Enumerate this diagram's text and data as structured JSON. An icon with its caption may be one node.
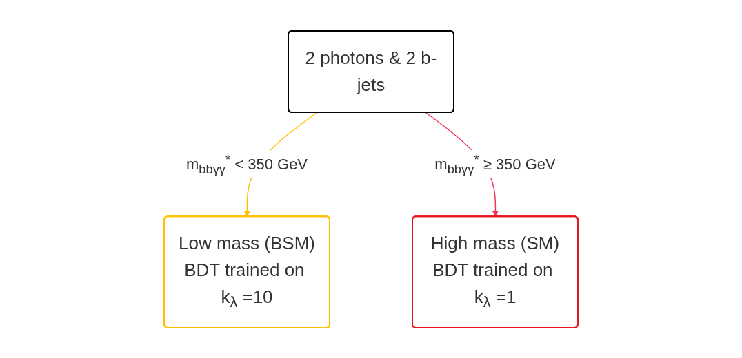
{
  "diagram": {
    "nodes": [
      {
        "text": [
          "2 photons & 2 b-jets"
        ]
      },
      {
        "text": [
          "Low mass (BSM)",
          "BDT trained on k$_{λ}$ =10"
        ]
      },
      {
        "text": [
          "High mass (SM)",
          "BDT trained on k$_{λ}$ =1"
        ]
      }
    ],
    "edges": [
      {
        "from": 0,
        "to": 1,
        "arrow": "to",
        "label": "m$_{bbγγ}$$^{*}$ < 350 GeV",
        "color": "#ffc000"
      },
      {
        "from": 0,
        "to": 2,
        "arrow": "to",
        "label": "m$_{bbγγ}$$^{*}$ ≥ 350 GeV",
        "color": "#f0365a"
      }
    ]
  }
}
